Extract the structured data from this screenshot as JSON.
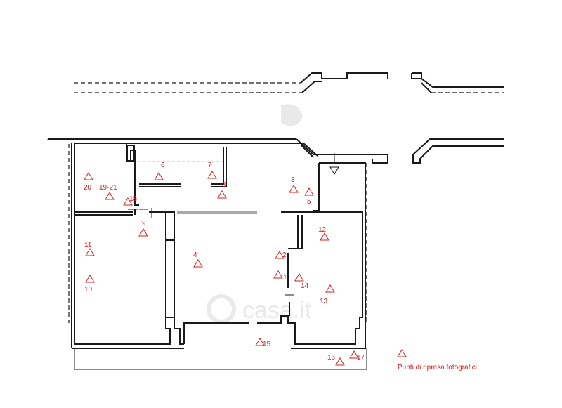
{
  "legend": {
    "label": "Punti di ripresa fotografici"
  },
  "watermark": {
    "text": "casa.it"
  },
  "points": {
    "p1": "1",
    "p2": "2",
    "p3": "3",
    "p4": "4",
    "p5": "5",
    "p6": "6",
    "p7": "7",
    "p8": "8",
    "p9": "9",
    "p10": "10",
    "p11": "11",
    "p12": "12",
    "p13": "13",
    "p14": "14",
    "p15": "15",
    "p16": "16",
    "p17": "17",
    "p18": "18",
    "p19_21": "19-21",
    "p20": "20"
  },
  "colors": {
    "markers": "#d42020",
    "walls": "#1a1a1a"
  }
}
